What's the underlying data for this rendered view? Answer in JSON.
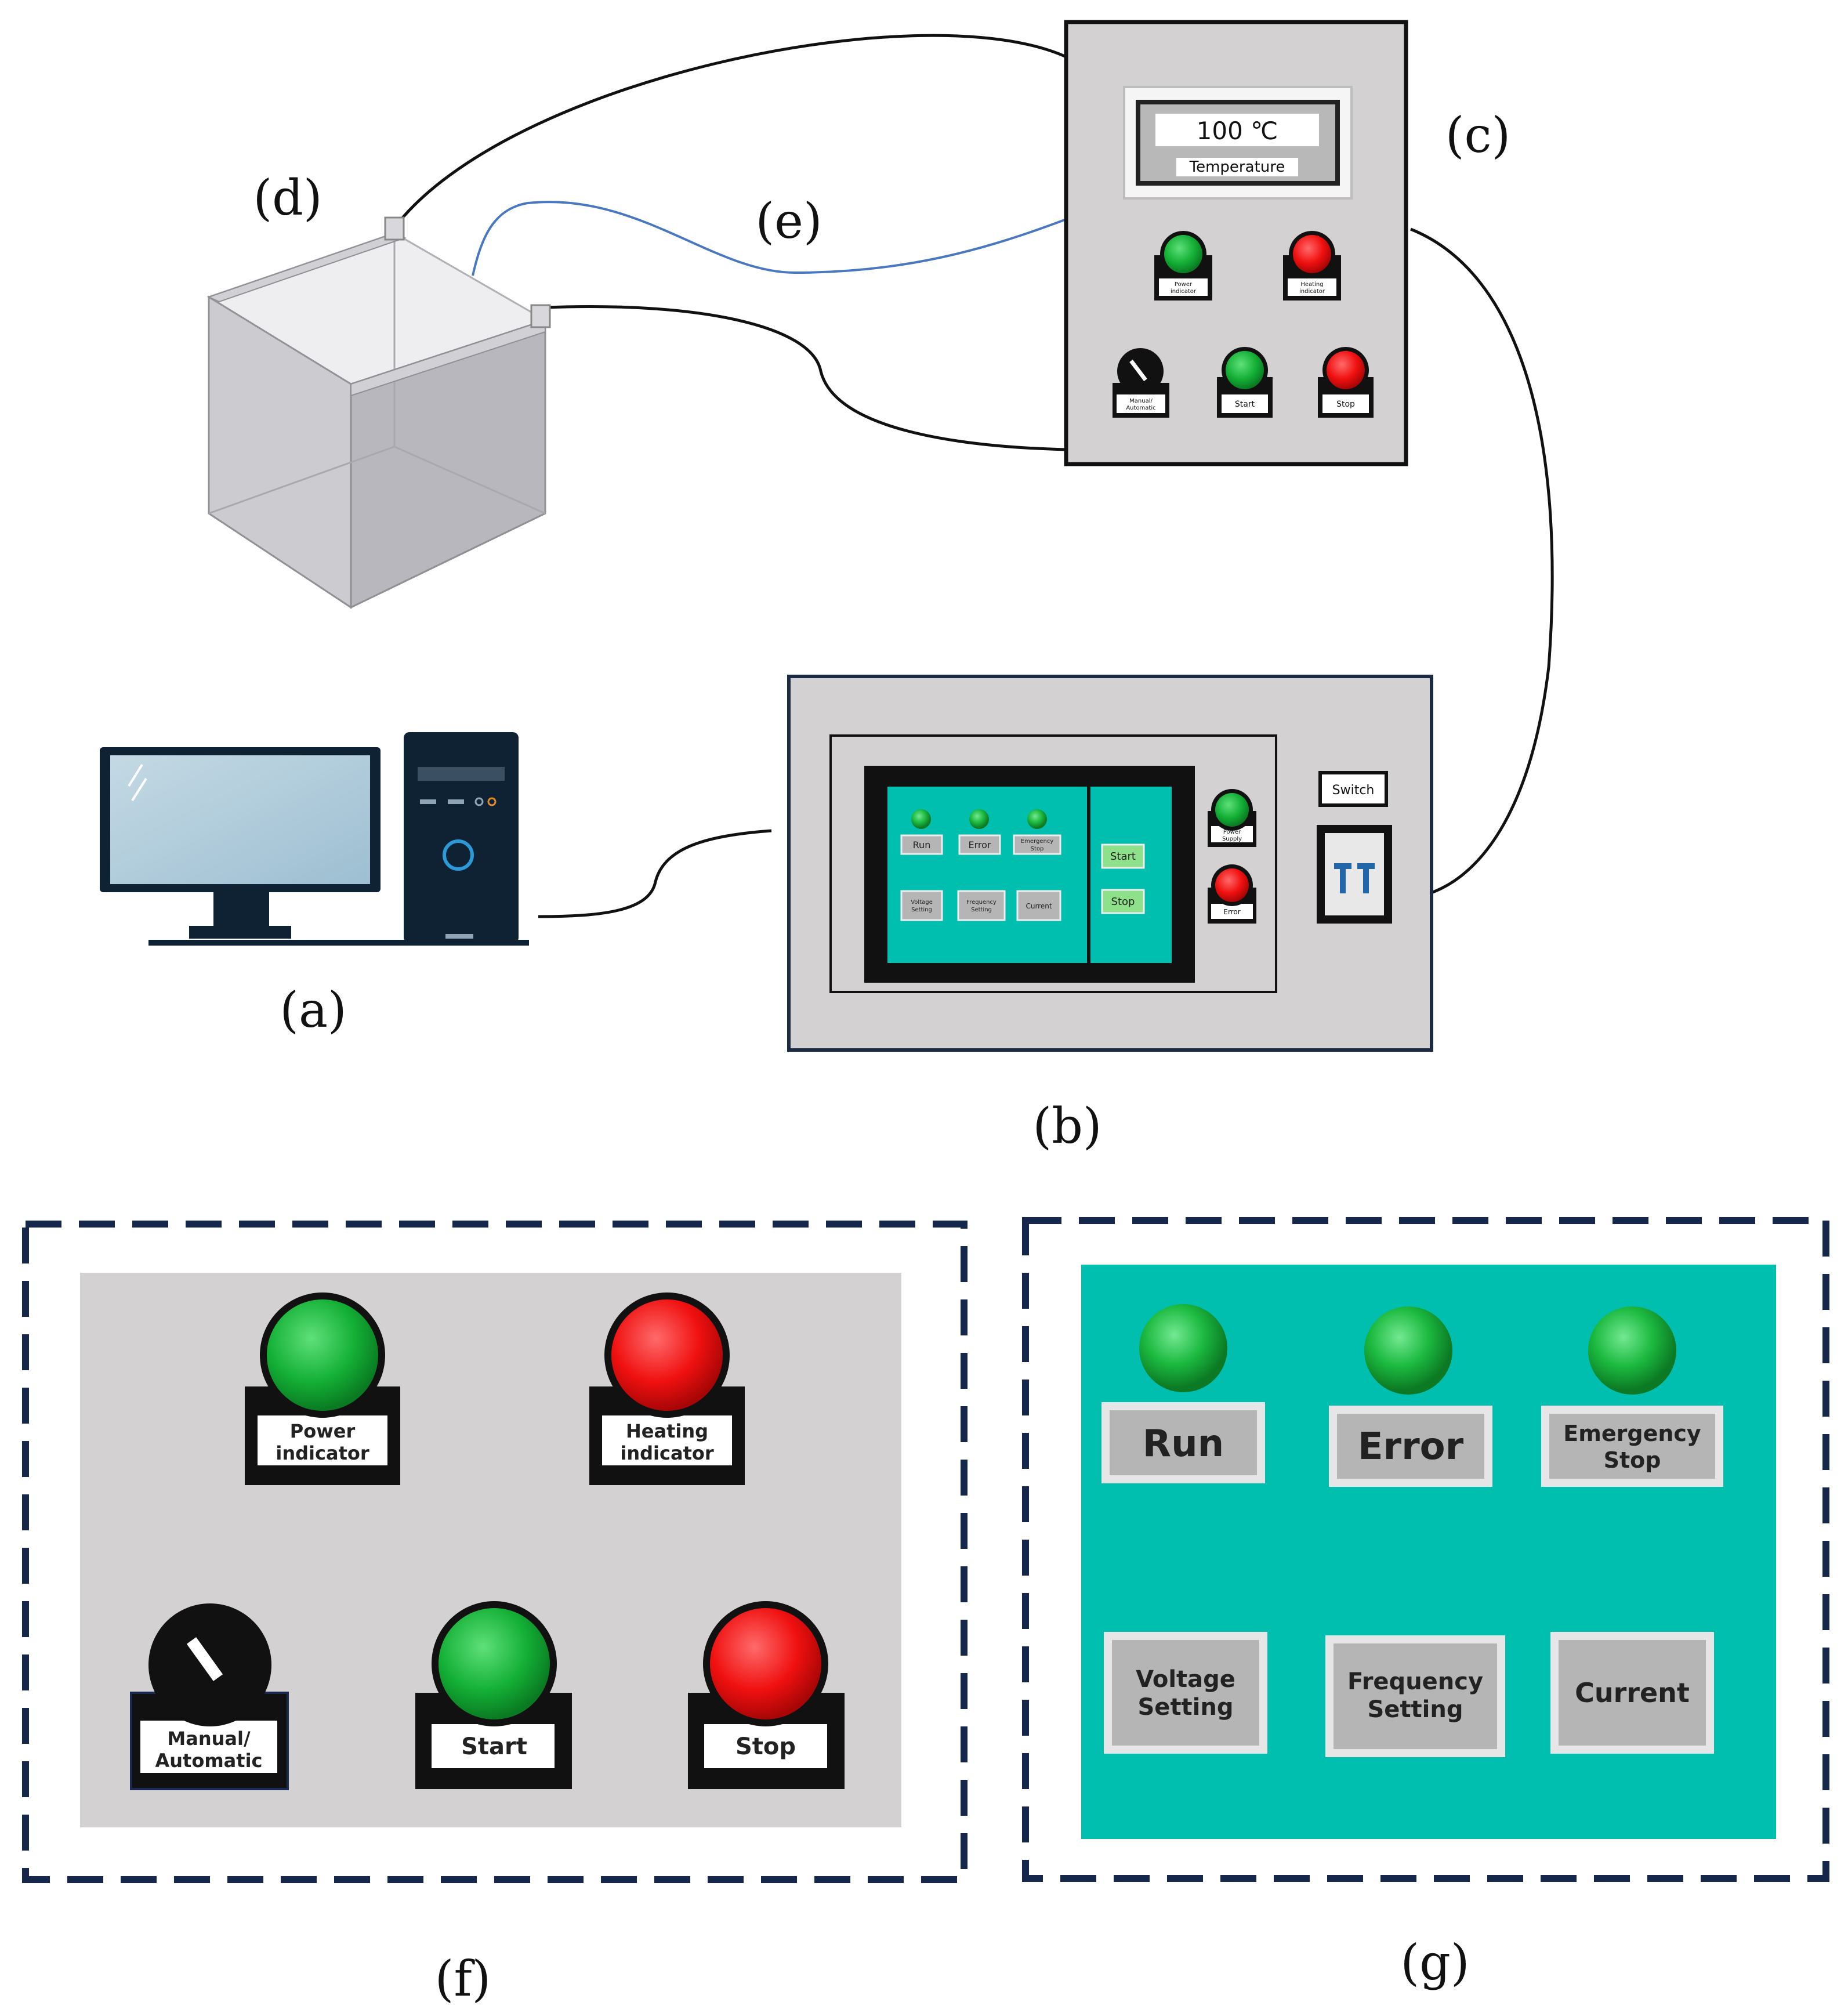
{
  "figure_labels": {
    "a": "(a)",
    "b": "(b)",
    "c": "(c)",
    "d": "(d)",
    "e": "(e)",
    "f": "(f)",
    "g": "(g)"
  },
  "control_box_c": {
    "display_value": "100 ℃",
    "display_label": "Temperature",
    "indicators": [
      {
        "label": "Power indicator",
        "color": "#18b53a"
      },
      {
        "label": "Heating indicator",
        "color": "#ee1111"
      }
    ],
    "controls": [
      {
        "label": "Manual/ Automatic",
        "type": "knob"
      },
      {
        "label": "Start",
        "color": "#18b53a"
      },
      {
        "label": "Stop",
        "color": "#ee1111"
      }
    ]
  },
  "cabinet_b": {
    "hmi_status": [
      "Run",
      "Error",
      "Emergency Stop"
    ],
    "hmi_settings": [
      "Voltage Setting",
      "Frequency Setting",
      "Current"
    ],
    "hmi_side_buttons": [
      "Start",
      "Stop"
    ],
    "indicators": [
      "Power Supply",
      "Error"
    ],
    "switch_label": "Switch"
  },
  "panel_f": {
    "power_line1": "Power",
    "power_line2": "indicator",
    "heating_line1": "Heating",
    "heating_line2": "indicator",
    "manual_line1": "Manual/",
    "manual_line2": "Automatic",
    "start": "Start",
    "stop": "Stop"
  },
  "panel_g": {
    "run": "Run",
    "error": "Error",
    "estop_line1": "Emergency",
    "estop_line2": "Stop",
    "voltage_line1": "Voltage",
    "voltage_line2": "Setting",
    "freq_line1": "Frequency",
    "freq_line2": "Setting",
    "current": "Current"
  },
  "colors": {
    "panel_gray": "#d3d1d2",
    "hmi_teal": "#00bfae",
    "green_light": "#18b53a",
    "red_light": "#ee1111",
    "dash_border": "#15284b"
  }
}
